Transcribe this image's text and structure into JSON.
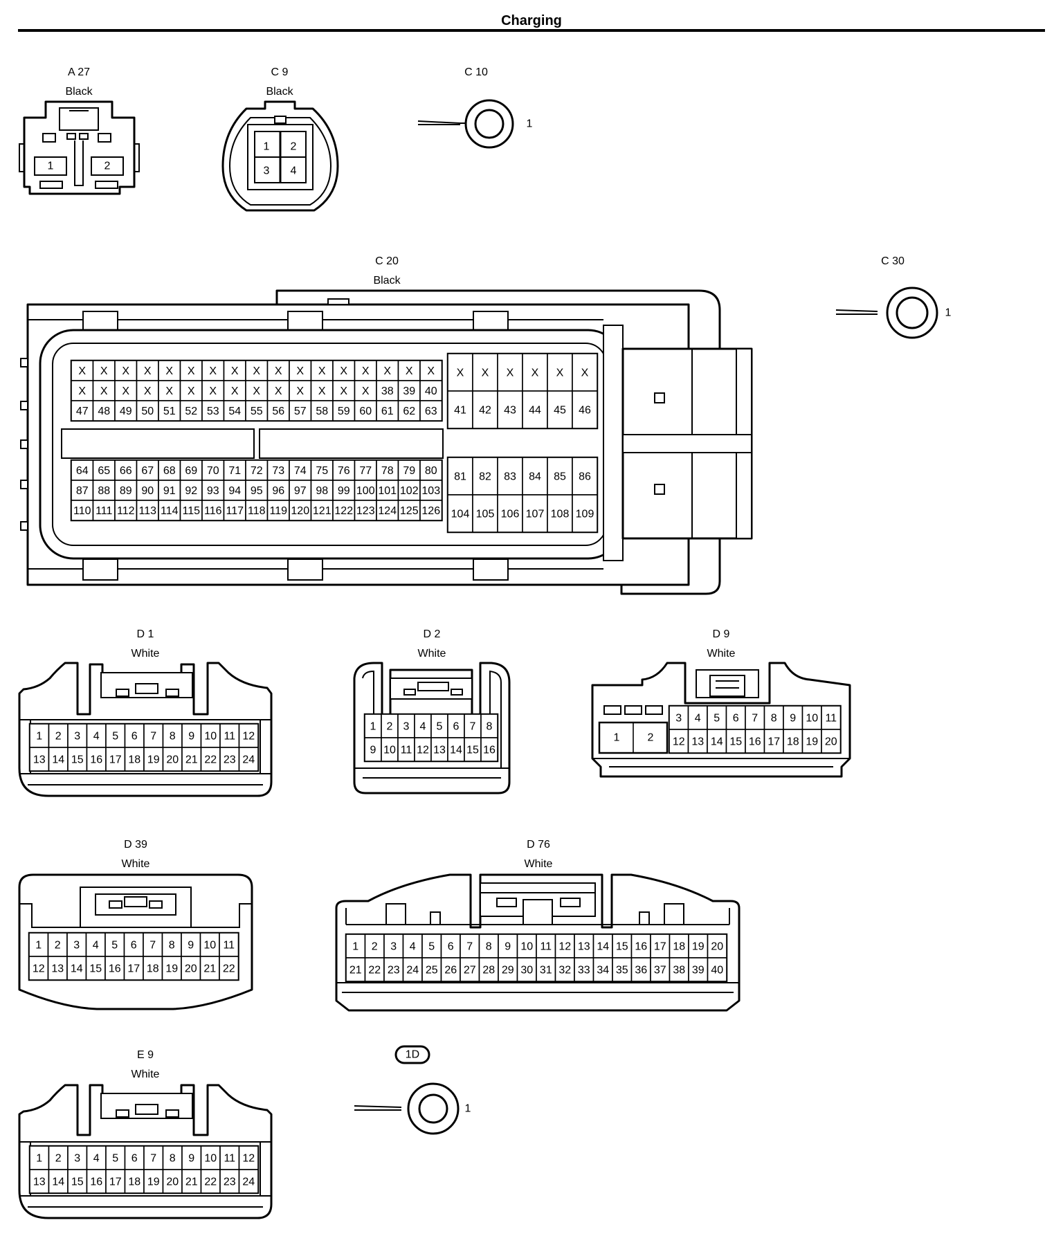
{
  "page": {
    "title": "Charging"
  },
  "connectors": {
    "a27": {
      "code": "A 27",
      "color": "Black",
      "pins": [
        "1",
        "2"
      ]
    },
    "c9": {
      "code": "C 9",
      "color": "Black",
      "pins": [
        "1",
        "2",
        "3",
        "4"
      ]
    },
    "c10": {
      "code": "C 10",
      "pin": "1"
    },
    "c20": {
      "code": "C 20",
      "color": "Black",
      "left_upper": [
        [
          "X",
          "X",
          "X",
          "X",
          "X",
          "X",
          "X",
          "X",
          "X",
          "X",
          "X",
          "X",
          "X",
          "X",
          "X",
          "X",
          "X"
        ],
        [
          "X",
          "X",
          "X",
          "X",
          "X",
          "X",
          "X",
          "X",
          "X",
          "X",
          "X",
          "X",
          "X",
          "X",
          "38",
          "39",
          "40"
        ],
        [
          "47",
          "48",
          "49",
          "50",
          "51",
          "52",
          "53",
          "54",
          "55",
          "56",
          "57",
          "58",
          "59",
          "60",
          "61",
          "62",
          "63"
        ]
      ],
      "left_lower": [
        [
          "64",
          "65",
          "66",
          "67",
          "68",
          "69",
          "70",
          "71",
          "72",
          "73",
          "74",
          "75",
          "76",
          "77",
          "78",
          "79",
          "80"
        ],
        [
          "87",
          "88",
          "89",
          "90",
          "91",
          "92",
          "93",
          "94",
          "95",
          "96",
          "97",
          "98",
          "99",
          "100",
          "101",
          "102",
          "103"
        ],
        [
          "110",
          "111",
          "112",
          "113",
          "114",
          "115",
          "116",
          "117",
          "118",
          "119",
          "120",
          "121",
          "122",
          "123",
          "124",
          "125",
          "126"
        ]
      ],
      "right_upper": [
        [
          "X",
          "X",
          "X",
          "X",
          "X",
          "X"
        ],
        [
          "41",
          "42",
          "43",
          "44",
          "45",
          "46"
        ]
      ],
      "right_lower": [
        [
          "81",
          "82",
          "83",
          "84",
          "85",
          "86"
        ],
        [
          "104",
          "105",
          "106",
          "107",
          "108",
          "109"
        ]
      ]
    },
    "c30": {
      "code": "C 30",
      "pin": "1"
    },
    "d1": {
      "code": "D 1",
      "color": "White",
      "rows": [
        [
          "1",
          "2",
          "3",
          "4",
          "5",
          "6",
          "7",
          "8",
          "9",
          "10",
          "11",
          "12"
        ],
        [
          "13",
          "14",
          "15",
          "16",
          "17",
          "18",
          "19",
          "20",
          "21",
          "22",
          "23",
          "24"
        ]
      ]
    },
    "d2": {
      "code": "D 2",
      "color": "White",
      "rows": [
        [
          "1",
          "2",
          "3",
          "4",
          "5",
          "6",
          "7",
          "8"
        ],
        [
          "9",
          "10",
          "11",
          "12",
          "13",
          "14",
          "15",
          "16"
        ]
      ]
    },
    "d9": {
      "code": "D 9",
      "color": "White",
      "big": [
        "1",
        "2"
      ],
      "rows": [
        [
          "3",
          "4",
          "5",
          "6",
          "7",
          "8",
          "9",
          "10",
          "11"
        ],
        [
          "12",
          "13",
          "14",
          "15",
          "16",
          "17",
          "18",
          "19",
          "20"
        ]
      ]
    },
    "d39": {
      "code": "D 39",
      "color": "White",
      "rows": [
        [
          "1",
          "2",
          "3",
          "4",
          "5",
          "6",
          "7",
          "8",
          "9",
          "10",
          "11"
        ],
        [
          "12",
          "13",
          "14",
          "15",
          "16",
          "17",
          "18",
          "19",
          "20",
          "21",
          "22"
        ]
      ]
    },
    "d76": {
      "code": "D 76",
      "color": "White",
      "rows": [
        [
          "1",
          "2",
          "3",
          "4",
          "5",
          "6",
          "7",
          "8",
          "9",
          "10",
          "11",
          "12",
          "13",
          "14",
          "15",
          "16",
          "17",
          "18",
          "19",
          "20"
        ],
        [
          "21",
          "22",
          "23",
          "24",
          "25",
          "26",
          "27",
          "28",
          "29",
          "30",
          "31",
          "32",
          "33",
          "34",
          "35",
          "36",
          "37",
          "38",
          "39",
          "40"
        ]
      ]
    },
    "e9": {
      "code": "E 9",
      "color": "White",
      "rows": [
        [
          "1",
          "2",
          "3",
          "4",
          "5",
          "6",
          "7",
          "8",
          "9",
          "10",
          "11",
          "12"
        ],
        [
          "13",
          "14",
          "15",
          "16",
          "17",
          "18",
          "19",
          "20",
          "21",
          "22",
          "23",
          "24"
        ]
      ]
    },
    "g1d": {
      "code": "1D",
      "pin": "1"
    }
  }
}
